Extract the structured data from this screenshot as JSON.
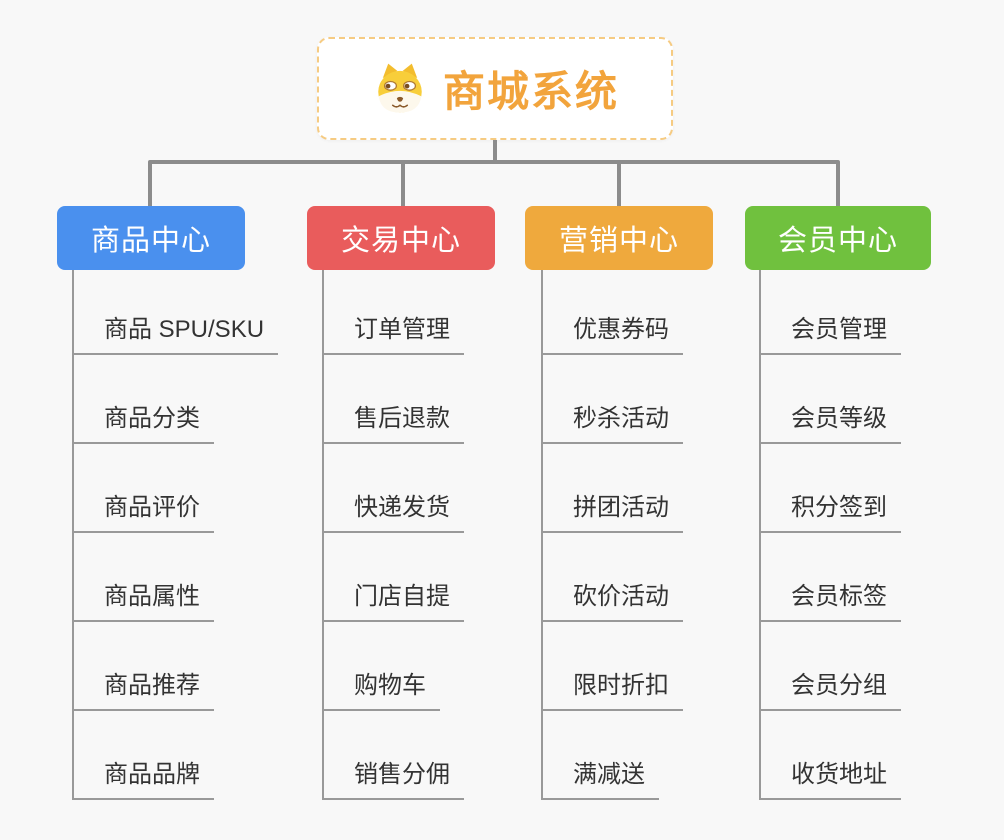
{
  "page": {
    "background": "#f8f8f8",
    "connector_color": "#8c8c8c",
    "spine_color": "#999999"
  },
  "root": {
    "label": "商城系统",
    "icon": "dog-face-icon",
    "text_color": "#f2a43c",
    "border_color": "#f6cb82",
    "background": "#ffffff"
  },
  "branches": [
    {
      "label": "商品中心",
      "color": "#4a90ee",
      "children": [
        "商品 SPU/SKU",
        "商品分类",
        "商品评价",
        "商品属性",
        "商品推荐",
        "商品品牌"
      ]
    },
    {
      "label": "交易中心",
      "color": "#e95c5c",
      "children": [
        "订单管理",
        "售后退款",
        "快递发货",
        "门店自提",
        "购物车",
        "销售分佣"
      ]
    },
    {
      "label": "营销中心",
      "color": "#efa93d",
      "children": [
        "优惠券码",
        "秒杀活动",
        "拼团活动",
        "砍价活动",
        "限时折扣",
        "满减送"
      ]
    },
    {
      "label": "会员中心",
      "color": "#70c13e",
      "children": [
        "会员管理",
        "会员等级",
        "积分签到",
        "会员标签",
        "会员分组",
        "收货地址"
      ]
    }
  ]
}
